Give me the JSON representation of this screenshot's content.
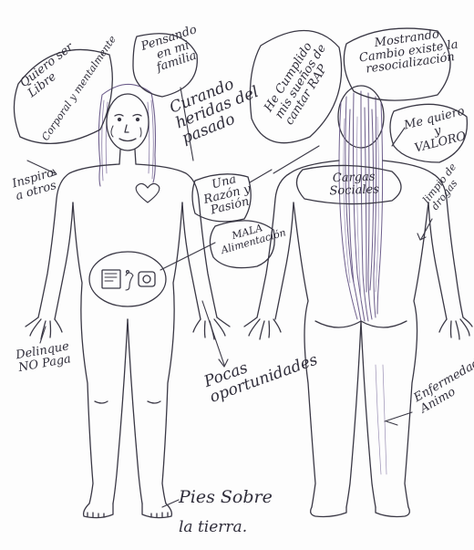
{
  "notes": {
    "quiero_ser_libre": "Quiero ser Libre",
    "corporal": "Corporal y mentalmente",
    "pensando_familia": "Pensando en mi familia",
    "curando_heridas": "Curando heridas del pasado",
    "he_cumplido": "He Cumplido mis sueños de cantar RAP",
    "mostrando_cambio": "Mostrando Cambio existe la resocialización",
    "me_quiero": "Me quiero y VALORO",
    "inspiro": "Inspiro a otros",
    "una_razon": "Una Razón y Pasión",
    "mala_alimentacion": "MALA Alimentación",
    "cargas_sociales": "Cargas Sociales",
    "limpio_drogas": "limpio de drogas",
    "delinque": "Delinque NO Paga",
    "pocas_oportunidades": "Pocas oportunidades",
    "enfermedad": "Enfermedad Animo",
    "pies_sobre": "Pies Sobre",
    "la_tierra": "la tierra."
  },
  "colors": {
    "ink": "#3a3845",
    "pencil_hair": "#6e5f8c",
    "paper": "#fdfdfd"
  },
  "icons": [
    "heart-icon",
    "notebook-icon",
    "microphone-icon",
    "camera-icon"
  ]
}
